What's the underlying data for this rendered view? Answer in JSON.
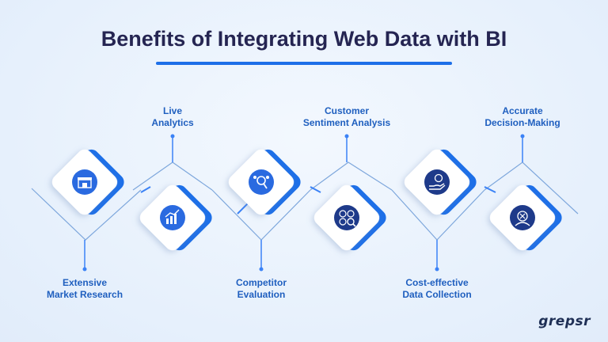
{
  "title": "Benefits of Integrating Web Data with BI",
  "brand": "grepsr",
  "colors": {
    "accent": "#1d6fe8",
    "title": "#252552",
    "label": "#1f5fbf",
    "icon_bg": "#2a5bd7",
    "icon_dark": "#1e3a8a"
  },
  "benefits": [
    {
      "lines": [
        "Extensive",
        "Market Research"
      ],
      "icon": "storefront-icon"
    },
    {
      "lines": [
        "Live",
        "Analytics"
      ],
      "icon": "bar-chart-growth-icon"
    },
    {
      "lines": [
        "Competitor",
        "Evaluation"
      ],
      "icon": "magnifier-people-icon"
    },
    {
      "lines": [
        "Customer",
        "Sentiment Analysis"
      ],
      "icon": "emoji-faces-magnifier-icon"
    },
    {
      "lines": [
        "Cost-effective",
        "Data Collection"
      ],
      "icon": "hand-coin-icon"
    },
    {
      "lines": [
        "Accurate",
        "Decision-Making"
      ],
      "icon": "person-choice-icon"
    }
  ]
}
